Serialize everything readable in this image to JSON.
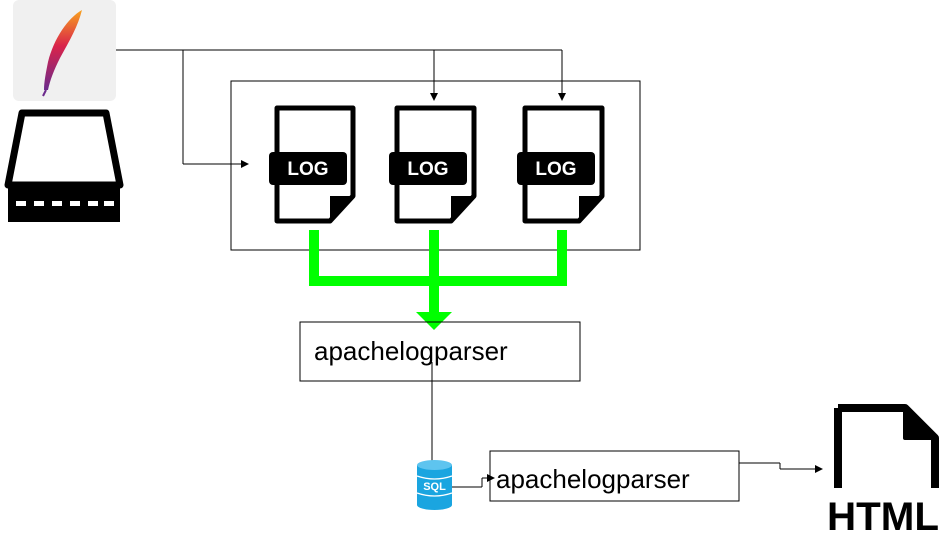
{
  "nodes": {
    "log_files": [
      {
        "label": "LOG"
      },
      {
        "label": "LOG"
      },
      {
        "label": "LOG"
      }
    ],
    "parser_main": {
      "label": "apachelogparser"
    },
    "parser_secondary": {
      "label": "apachelogparser"
    },
    "database": {
      "label": "SQL"
    },
    "output": {
      "label": "HTML"
    }
  },
  "icons": {
    "source_logo": "apache-feather-icon",
    "server": "server-drive-icon",
    "database": "sql-database-icon",
    "output": "html-file-icon"
  },
  "colors": {
    "merge_arrow": "#00ff00",
    "feather_top": "#f8a21f",
    "feather_mid": "#d9234a",
    "feather_low": "#6b2a8c",
    "database": "#1aa5e0",
    "ink": "#000000"
  }
}
